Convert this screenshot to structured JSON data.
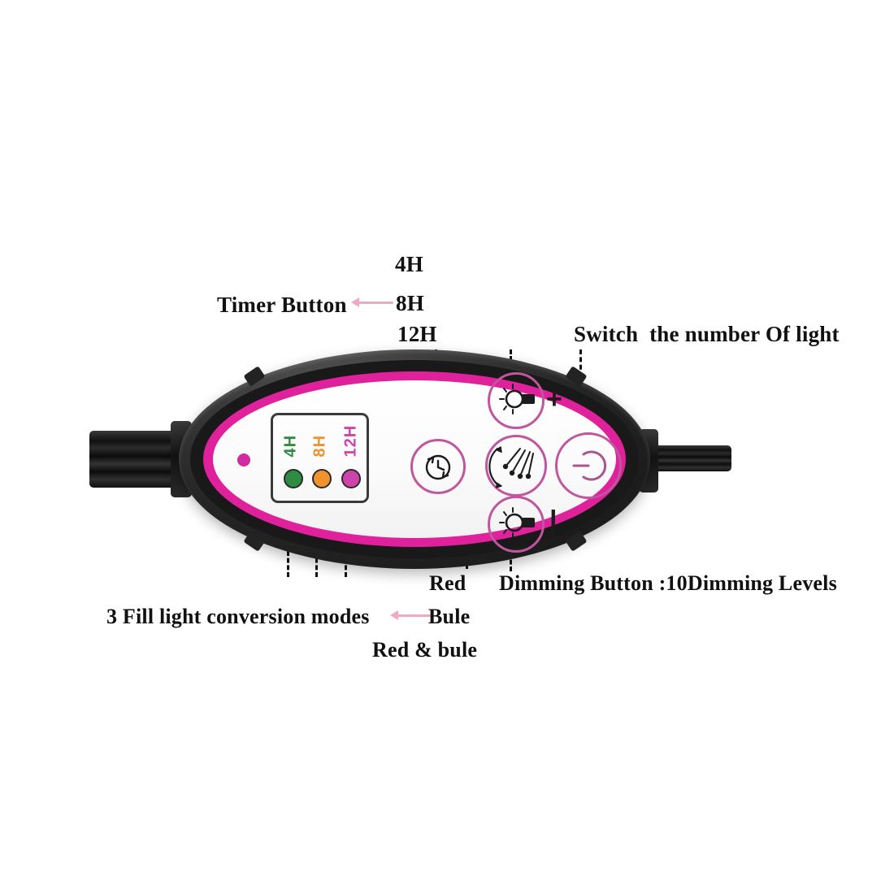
{
  "diagram": {
    "title": "LED Grow Light Controller Callout Diagram",
    "colors": {
      "band_magenta": "#e0219c",
      "button_outline": "#c0569e",
      "arrow_pink": "#f0a8c4",
      "leader_black": "#111111",
      "led_green": "#2e8b42",
      "led_orange": "#f0922e",
      "led_magenta": "#cc44aa",
      "shell_black": "#1a1a1a",
      "text_black": "#111111"
    }
  },
  "annotations": {
    "timer_button": "Timer Button",
    "timer_4h": "4H",
    "timer_8h": "8H",
    "timer_12h": "12H",
    "switch_number": "Switch  the number Of light",
    "red": "Red",
    "dimming_button": "Dimming Button :10Dimming Levels",
    "fill_light_modes": "3 Fill light conversion modes",
    "bule": "Bule",
    "red_and_bule": "Red & bule"
  },
  "device": {
    "timer_panel": {
      "labels": [
        "4H",
        "8H",
        "12H"
      ],
      "led_colors": [
        "#2e8b42",
        "#f0922e",
        "#cc44aa"
      ]
    },
    "buttons": [
      {
        "name": "timer-button",
        "icon": "timer-icon",
        "mark": ""
      },
      {
        "name": "mode-button",
        "icon": "light-rays-icon",
        "mark": ""
      },
      {
        "name": "power-button",
        "icon": "power-icon",
        "mark": ""
      },
      {
        "name": "brightness-up-button",
        "icon": "lamp-icon",
        "mark": "+"
      },
      {
        "name": "brightness-down-button",
        "icon": "lamp-icon",
        "mark": "|"
      }
    ]
  }
}
